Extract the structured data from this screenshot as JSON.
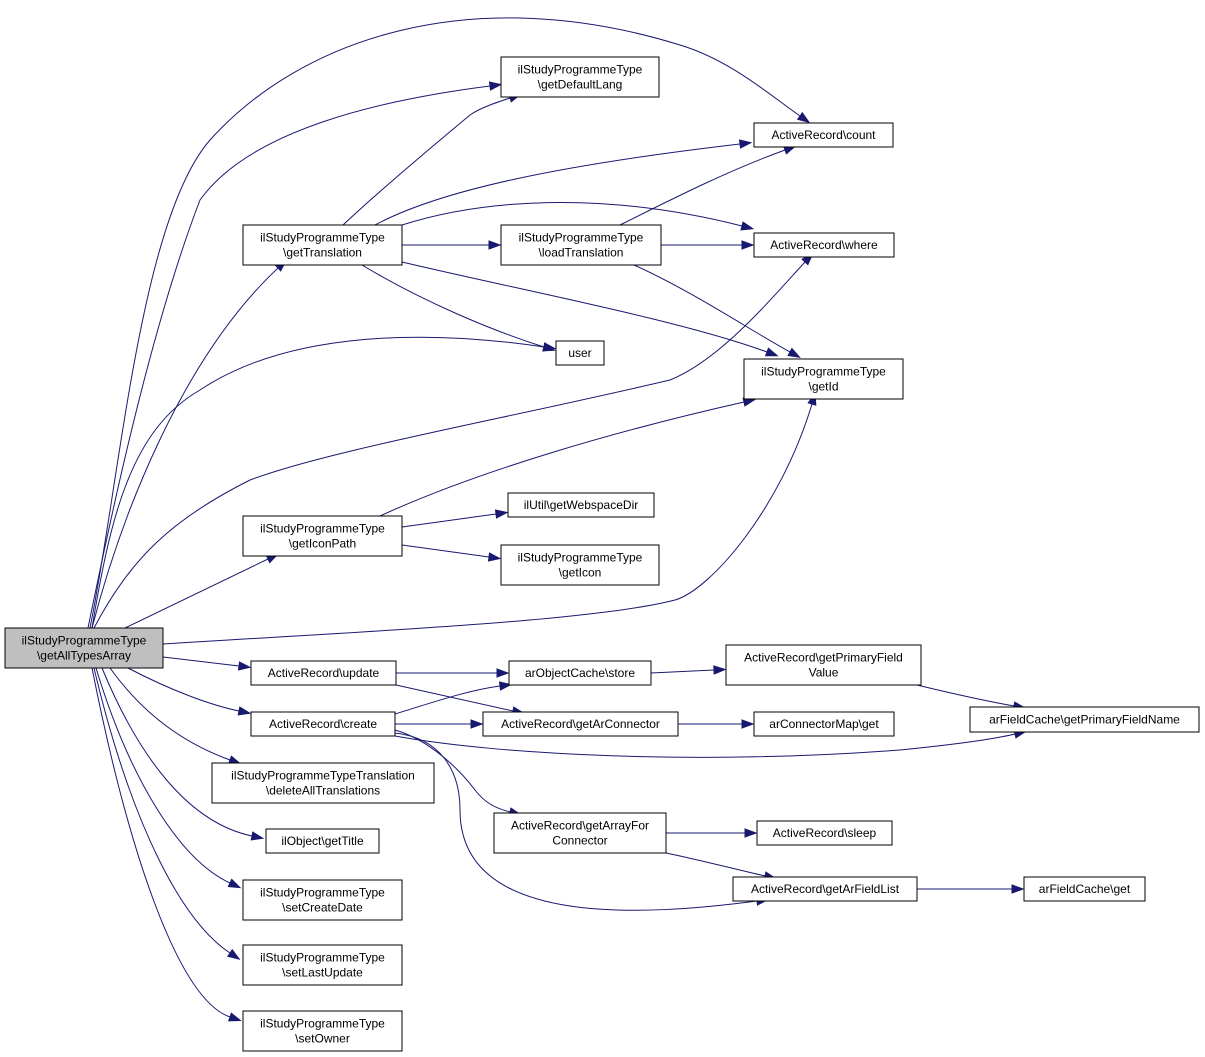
{
  "graph": {
    "root": "n0",
    "nodes": [
      {
        "id": "n0",
        "lines": [
          "ilStudyProgrammeType",
          "\\getAllTypesArray"
        ]
      },
      {
        "id": "n1",
        "lines": [
          "ilStudyProgrammeType",
          "\\getDefaultLang"
        ]
      },
      {
        "id": "n2",
        "lines": [
          "ActiveRecord\\count"
        ]
      },
      {
        "id": "n3",
        "lines": [
          "ilStudyProgrammeType",
          "\\getTranslation"
        ]
      },
      {
        "id": "n4",
        "lines": [
          "ilStudyProgrammeType",
          "\\loadTranslation"
        ]
      },
      {
        "id": "n5",
        "lines": [
          "ActiveRecord\\where"
        ]
      },
      {
        "id": "n6",
        "lines": [
          "user"
        ]
      },
      {
        "id": "n7",
        "lines": [
          "ilStudyProgrammeType",
          "\\getId"
        ]
      },
      {
        "id": "n8",
        "lines": [
          "ilStudyProgrammeType",
          "\\getIconPath"
        ]
      },
      {
        "id": "n9",
        "lines": [
          "ilUtil\\getWebspaceDir"
        ]
      },
      {
        "id": "n10",
        "lines": [
          "ilStudyProgrammeType",
          "\\getIcon"
        ]
      },
      {
        "id": "n11",
        "lines": [
          "ActiveRecord\\update"
        ]
      },
      {
        "id": "n12",
        "lines": [
          "arObjectCache\\store"
        ]
      },
      {
        "id": "n13",
        "lines": [
          "ActiveRecord\\getPrimaryField",
          "Value"
        ]
      },
      {
        "id": "n14",
        "lines": [
          "arFieldCache\\getPrimaryFieldName"
        ]
      },
      {
        "id": "n15",
        "lines": [
          "ActiveRecord\\create"
        ]
      },
      {
        "id": "n16",
        "lines": [
          "ActiveRecord\\getArConnector"
        ]
      },
      {
        "id": "n17",
        "lines": [
          "arConnectorMap\\get"
        ]
      },
      {
        "id": "n18",
        "lines": [
          "ilStudyProgrammeTypeTranslation",
          "\\deleteAllTranslations"
        ]
      },
      {
        "id": "n19",
        "lines": [
          "ActiveRecord\\getArrayFor",
          "Connector"
        ]
      },
      {
        "id": "n20",
        "lines": [
          "ActiveRecord\\sleep"
        ]
      },
      {
        "id": "n21",
        "lines": [
          "ilObject\\getTitle"
        ]
      },
      {
        "id": "n22",
        "lines": [
          "ActiveRecord\\getArFieldList"
        ]
      },
      {
        "id": "n23",
        "lines": [
          "arFieldCache\\get"
        ]
      },
      {
        "id": "n24",
        "lines": [
          "ilStudyProgrammeType",
          "\\setCreateDate"
        ]
      },
      {
        "id": "n25",
        "lines": [
          "ilStudyProgrammeType",
          "\\setLastUpdate"
        ]
      },
      {
        "id": "n26",
        "lines": [
          "ilStudyProgrammeType",
          "\\setOwner"
        ]
      }
    ],
    "edges": [
      [
        "n0",
        "n1"
      ],
      [
        "n0",
        "n2"
      ],
      [
        "n0",
        "n3"
      ],
      [
        "n0",
        "n6"
      ],
      [
        "n0",
        "n5"
      ],
      [
        "n0",
        "n8"
      ],
      [
        "n0",
        "n7"
      ],
      [
        "n0",
        "n11"
      ],
      [
        "n0",
        "n15"
      ],
      [
        "n0",
        "n18"
      ],
      [
        "n0",
        "n21"
      ],
      [
        "n0",
        "n24"
      ],
      [
        "n0",
        "n25"
      ],
      [
        "n0",
        "n26"
      ],
      [
        "n3",
        "n1"
      ],
      [
        "n3",
        "n2"
      ],
      [
        "n3",
        "n5"
      ],
      [
        "n3",
        "n4"
      ],
      [
        "n3",
        "n6"
      ],
      [
        "n3",
        "n7"
      ],
      [
        "n4",
        "n2"
      ],
      [
        "n4",
        "n5"
      ],
      [
        "n4",
        "n7"
      ],
      [
        "n8",
        "n7"
      ],
      [
        "n8",
        "n9"
      ],
      [
        "n8",
        "n10"
      ],
      [
        "n11",
        "n12"
      ],
      [
        "n11",
        "n16"
      ],
      [
        "n12",
        "n13"
      ],
      [
        "n13",
        "n14"
      ],
      [
        "n15",
        "n12"
      ],
      [
        "n15",
        "n16"
      ],
      [
        "n15",
        "n14"
      ],
      [
        "n15",
        "n19"
      ],
      [
        "n15",
        "n22"
      ],
      [
        "n16",
        "n17"
      ],
      [
        "n19",
        "n20"
      ],
      [
        "n19",
        "n22"
      ],
      [
        "n22",
        "n23"
      ]
    ]
  }
}
